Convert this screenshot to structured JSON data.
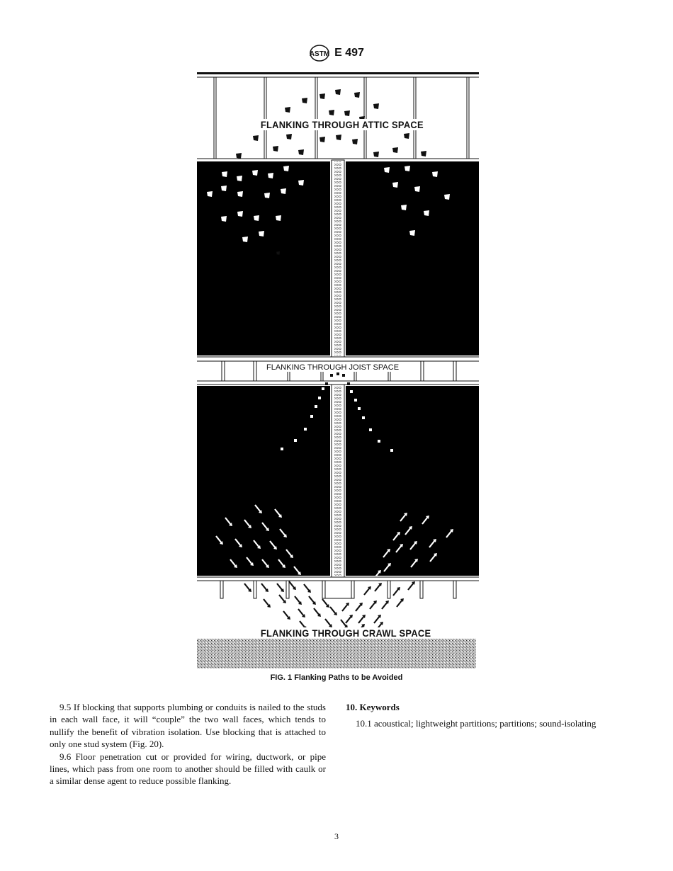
{
  "header": {
    "logo": "astm-logo-icon",
    "document_id": "E 497"
  },
  "figure": {
    "labels": {
      "attic": "FLANKING THROUGH ATTIC SPACE",
      "joist": "FLANKING THROUGH JOIST SPACE",
      "crawl": "FLANKING THROUGH CRAWL SPACE"
    },
    "caption": "FIG. 1 Flanking Paths to be Avoided"
  },
  "body": {
    "left_column": [
      "9.5  If blocking that supports plumbing or conduits is nailed to the studs in each wall face, it will “couple” the two wall faces, which tends to nullify the benefit of vibration isolation. Use blocking that is attached to only one stud system (Fig. 20).",
      "9.6  Floor penetration cut or provided for wiring, ductwork, or pipe lines, which pass from one room to another should be filled with caulk or a similar dense agent to reduce possible flanking."
    ],
    "right_column": {
      "section_title": "10.  Keywords",
      "paragraph": "10.1 acoustical; lightweight partitions; partitions; sound-isolating"
    }
  },
  "footer": {
    "page_number": "3"
  }
}
